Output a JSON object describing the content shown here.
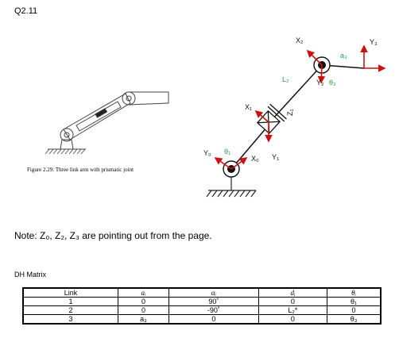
{
  "question_label": "Q2.11",
  "figure_caption": "Figure 2.29: Three link arm with prismatic joint",
  "note": "Note: Z₀, Z₂, Z₃ are pointing out from the page.",
  "dh_title": "DH Matrix",
  "diagram_labels": {
    "y0": "Y₀",
    "x0": "X₀",
    "theta1": "θ₁",
    "x1": "X₁",
    "y1": "Y₁",
    "z1": "Z₁",
    "l2": "L₂",
    "x2": "X₂",
    "y2": "Y₂",
    "theta3": "θ₃",
    "a3": "a₃",
    "y3": "Y₃"
  },
  "colors": {
    "axis_red": "#cc1111",
    "param_green": "#2e9e44"
  },
  "dh_table": {
    "headers": [
      "Link",
      "aᵢ",
      "αᵢ",
      "dᵢ",
      "θᵢ"
    ],
    "rows": [
      [
        "1",
        "0",
        "90˚",
        "0",
        "θ₁"
      ],
      [
        "2",
        "0",
        "-90˚",
        "L₂*",
        "0"
      ],
      [
        "3",
        "a₃",
        "0",
        "0",
        "θ₃"
      ]
    ]
  }
}
